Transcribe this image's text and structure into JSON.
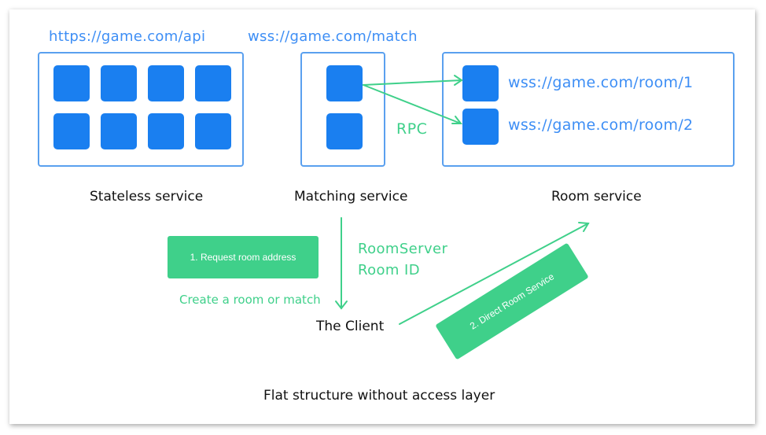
{
  "api_url": "https://game.com/api",
  "match_url": "wss://game.com/match",
  "room_urls": [
    "wss://game.com/room/1",
    "wss://game.com/room/2"
  ],
  "rpc_label": "RPC",
  "services": {
    "stateless": "Stateless service",
    "matching": "Matching service",
    "room": "Room service"
  },
  "step1": "1. Request room address",
  "create_text": "Create  a room or match",
  "room_server_line1": "RoomServer",
  "room_server_line2": "Room ID",
  "client_label": "The Client",
  "step2": "2. Direct Room Service",
  "caption": "Flat structure without access layer",
  "colors": {
    "blue": "#1a7ff0",
    "blue_border": "#5aa0ef",
    "url_blue": "#3d8ef5",
    "green": "#3fd08a"
  }
}
